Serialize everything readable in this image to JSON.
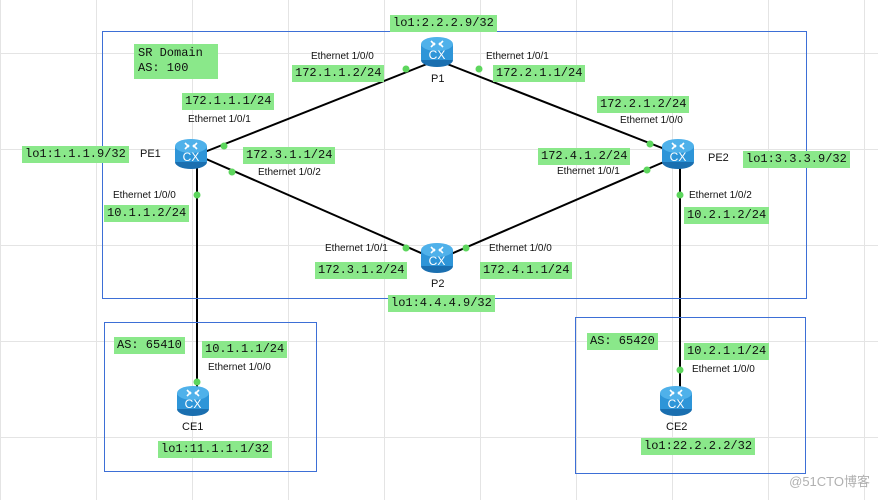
{
  "domain_box": {
    "title": "SR Domain\nAS: 100"
  },
  "ce1_box": {
    "as_label": "AS: 65410"
  },
  "ce2_box": {
    "as_label": "AS: 65420"
  },
  "devices": {
    "p1": {
      "name": "P1",
      "loopback": "lo1:2.2.2.9/32",
      "icon": "router-icon"
    },
    "p2": {
      "name": "P2",
      "loopback": "lo1:4.4.4.9/32",
      "icon": "router-icon"
    },
    "pe1": {
      "name": "PE1",
      "loopback": "lo1:1.1.1.9/32",
      "icon": "router-icon"
    },
    "pe2": {
      "name": "PE2",
      "loopback": "lo1:3.3.3.9/32",
      "icon": "router-icon"
    },
    "ce1": {
      "name": "CE1",
      "loopback": "lo1:11.1.1.1/32",
      "icon": "router-icon"
    },
    "ce2": {
      "name": "CE2",
      "loopback": "lo1:22.2.2.2/32",
      "icon": "router-icon"
    }
  },
  "interfaces": {
    "p1_e100": {
      "port": "Ethernet 1/0/0",
      "ip": "172.1.1.2/24"
    },
    "p1_e101": {
      "port": "Ethernet 1/0/1",
      "ip": "172.2.1.1/24"
    },
    "pe1_e101": {
      "port": "Ethernet 1/0/1",
      "ip": "172.1.1.1/24"
    },
    "pe1_e102": {
      "port": "Ethernet 1/0/2",
      "ip": "172.3.1.1/24"
    },
    "pe1_e100": {
      "port": "Ethernet 1/0/0",
      "ip": "10.1.1.2/24"
    },
    "pe2_e100": {
      "port": "Ethernet 1/0/0",
      "ip": "172.2.1.2/24"
    },
    "pe2_e101": {
      "port": "Ethernet 1/0/1",
      "ip": "172.4.1.2/24"
    },
    "pe2_e102": {
      "port": "Ethernet 1/0/2",
      "ip": "10.2.1.2/24"
    },
    "p2_e101": {
      "port": "Ethernet 1/0/1",
      "ip": "172.3.1.2/24"
    },
    "p2_e100": {
      "port": "Ethernet 1/0/0",
      "ip": "172.4.1.1/24"
    },
    "ce1_e100": {
      "port": "Ethernet 1/0/0",
      "ip": "10.1.1.1/24"
    },
    "ce2_e100": {
      "port": "Ethernet 1/0/0",
      "ip": "10.2.1.1/24"
    }
  },
  "watermark": "@51CTO博客",
  "colors": {
    "label_bg": "#8ae88a",
    "region_border": "#3d6fd6",
    "link": "#000000",
    "port_dot": "#5dd65d",
    "router_body": "#2e95d8"
  }
}
